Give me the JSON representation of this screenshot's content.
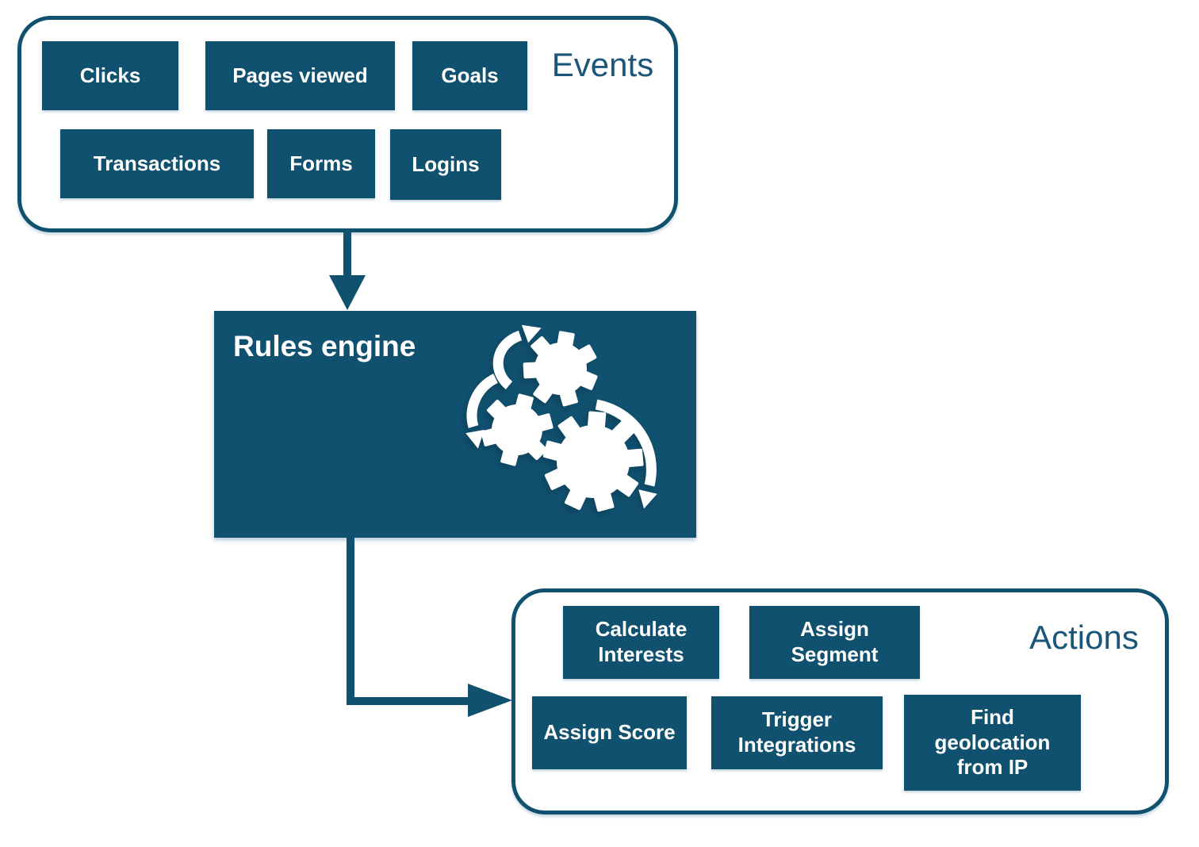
{
  "title": "Events to Rules engine to Actions diagram",
  "colors": {
    "primary": "#115170",
    "heading_text": "#19567A",
    "box_text": "#FFFFFF",
    "background": "#FFFFFF"
  },
  "events": {
    "label": "Events",
    "items": [
      "Clicks",
      "Pages viewed",
      "Goals",
      "Transactions",
      "Forms",
      "Logins"
    ]
  },
  "rules_engine": {
    "label": "Rules engine",
    "icon": "gears-icon"
  },
  "actions": {
    "label": "Actions",
    "items": [
      "Calculate Interests",
      "Assign Segment",
      "Assign Score",
      "Trigger Integrations",
      "Find geolocation from IP"
    ]
  },
  "connectors": [
    {
      "from": "events",
      "to": "rules_engine",
      "type": "arrow-down"
    },
    {
      "from": "rules_engine",
      "to": "actions",
      "type": "elbow-arrow-right"
    }
  ]
}
